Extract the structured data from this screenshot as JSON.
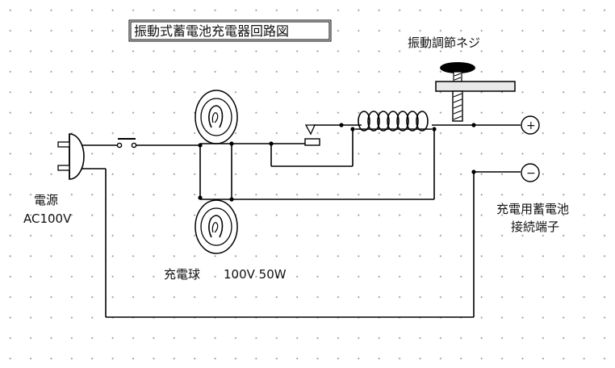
{
  "diagram": {
    "title": "振動式蓄電池充電器回路図",
    "screw_label": "振動調節ネジ",
    "power_label_line1": "電源",
    "power_label_line2": "AC100V",
    "bulb_label": "充電球",
    "bulb_rating": "100V 50W",
    "battery_label_line1": "充電用蓄電池",
    "battery_label_line2": "接続端子",
    "plus_symbol": "+",
    "minus_symbol": "−"
  }
}
